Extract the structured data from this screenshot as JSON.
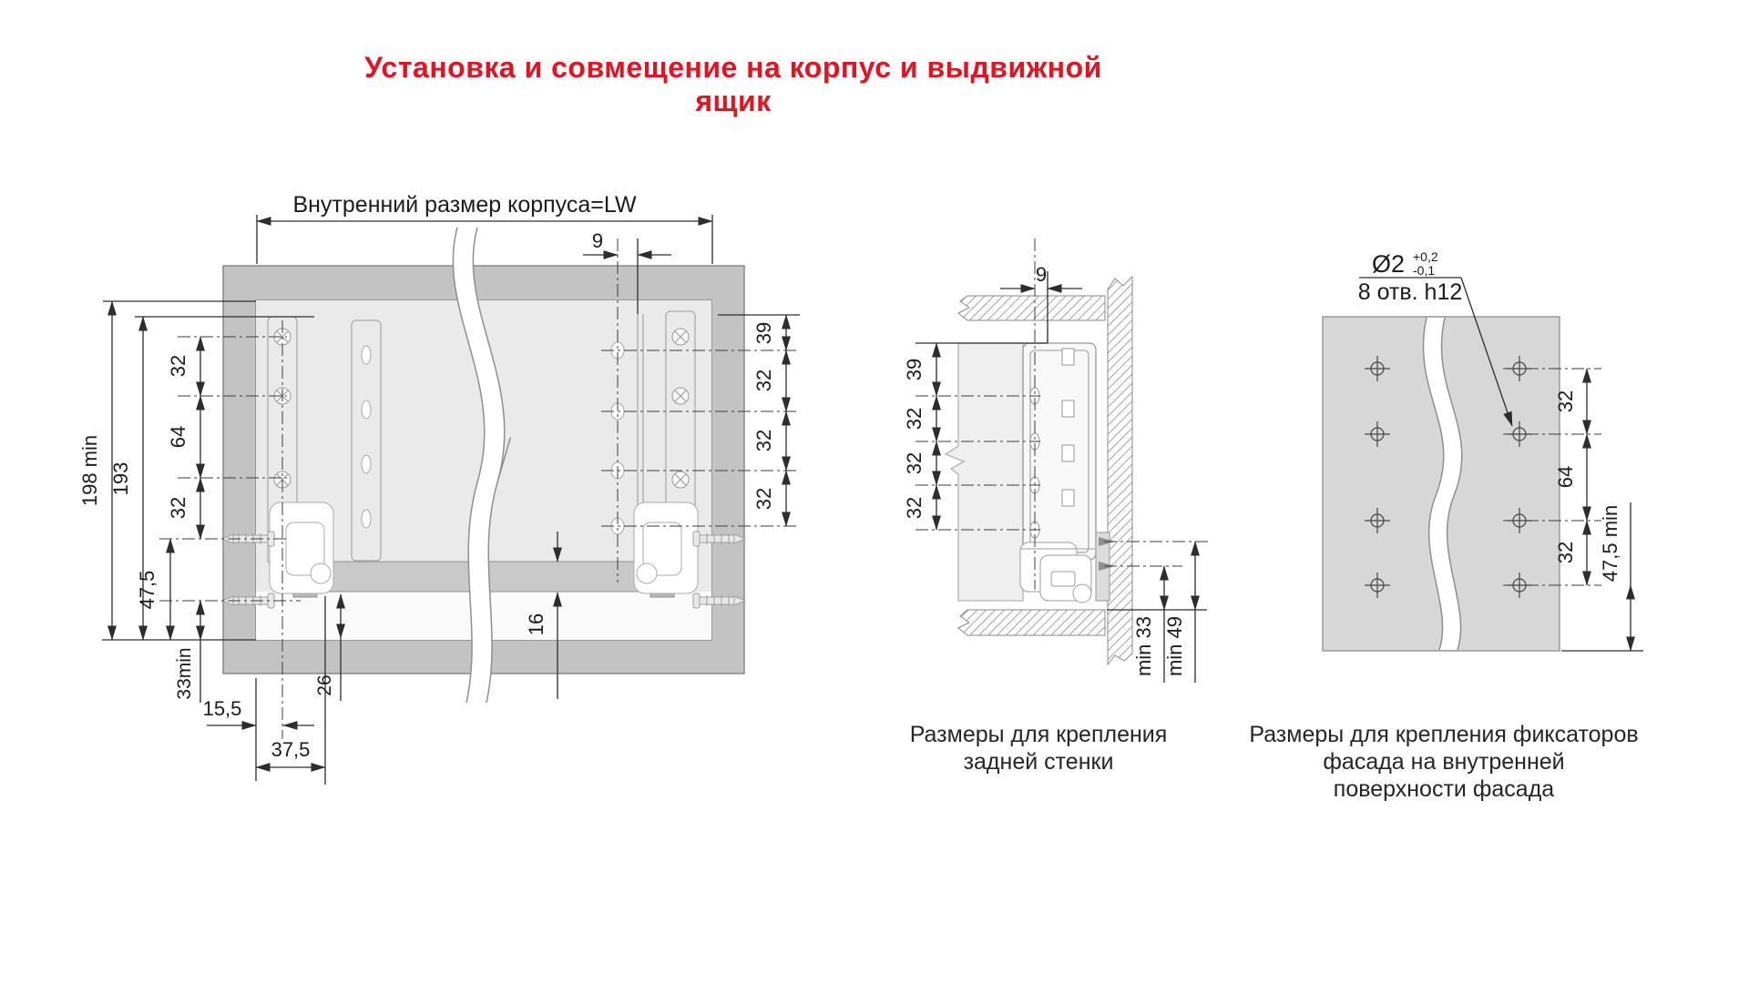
{
  "title": "Установка и совмещение на корпус и выдвижной ящик",
  "colors": {
    "title_red": "#e8111d",
    "carcass_gray": "#c3c3c3",
    "interior_gray": "#eaeaea",
    "facade_gray": "#d7d7d7"
  },
  "left": {
    "lw_label": "Внутренний размер корпуса=LW",
    "d9": "9",
    "d198": "198 min",
    "d193": "193",
    "chain_left": [
      "32",
      "64",
      "32"
    ],
    "d475": "47,5",
    "d33": "33min",
    "d155": "15,5",
    "d375": "37,5",
    "d26": "26",
    "d16": "16",
    "chain_right": [
      "39",
      "32",
      "32",
      "32"
    ]
  },
  "middle": {
    "d9": "9",
    "chain": [
      "39",
      "32",
      "32",
      "32"
    ],
    "min33": "min 33",
    "min49": "min 49",
    "caption": [
      "Размеры для крепления",
      "задней стенки"
    ]
  },
  "right": {
    "dia": "Ø2",
    "tol_plus": "+0,2",
    "tol_minus": "-0,1",
    "holes": "8 отв. h12",
    "chain": [
      "32",
      "64",
      "32"
    ],
    "d475min": "47,5 min",
    "caption": [
      "Размеры для крепления фиксаторов",
      "фасада на внутренней",
      "поверхности фасада"
    ]
  }
}
